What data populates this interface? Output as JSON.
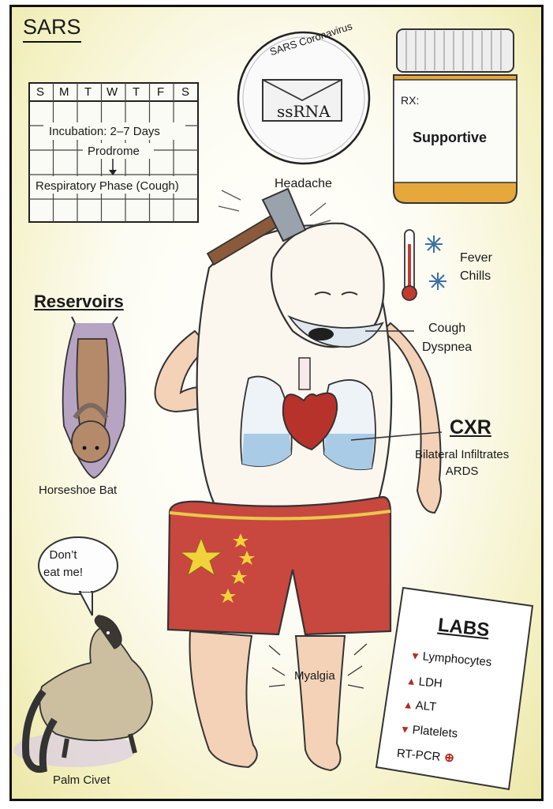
{
  "title": "SARS",
  "calendar": {
    "days": [
      "S",
      "M",
      "T",
      "W",
      "T",
      "F",
      "S"
    ],
    "incubation": "Incubation: 2–7 Days",
    "prodrome": "Prodrome",
    "respiratory": "Respiratory Phase (Cough)"
  },
  "virus": {
    "name": "SARS Coronavirus",
    "genome": "ssRNA"
  },
  "treatment": {
    "rx_label": "RX:",
    "label": "Supportive"
  },
  "symptoms": {
    "headache": "Headache",
    "fever": "Fever",
    "chills": "Chills",
    "cough": "Cough",
    "dyspnea": "Dyspnea",
    "myalgia": "Myalgia"
  },
  "cxr": {
    "title": "CXR",
    "finding1": "Bilateral Infiltrates",
    "finding2": "ARDS"
  },
  "reservoirs": {
    "title": "Reservoirs",
    "bat": "Horseshoe Bat",
    "civet": "Palm Civet",
    "speech_line1": "Don’t",
    "speech_line2": "eat me!"
  },
  "labs": {
    "title": "LABS",
    "items": [
      {
        "direction": "down",
        "label": "Lymphocytes"
      },
      {
        "direction": "up",
        "label": "LDH"
      },
      {
        "direction": "up",
        "label": "ALT"
      },
      {
        "direction": "down",
        "label": "Platelets"
      },
      {
        "direction": "positive",
        "label": "RT-PCR"
      }
    ]
  },
  "icons": {
    "hammer": "hammer-icon",
    "thermometer": "thermometer-icon",
    "snowflake": "snowflake-icon",
    "envelope": "envelope-icon",
    "pill_bottle": "pill-bottle-icon",
    "star": "star-icon"
  },
  "colors": {
    "background_edge": "#ece7a8",
    "shorts_red": "#c8473f",
    "star_yellow": "#f2d23a",
    "heart_red": "#b8322c",
    "bottle_orange": "#e0a43a",
    "arrow_red": "#b02a20"
  }
}
